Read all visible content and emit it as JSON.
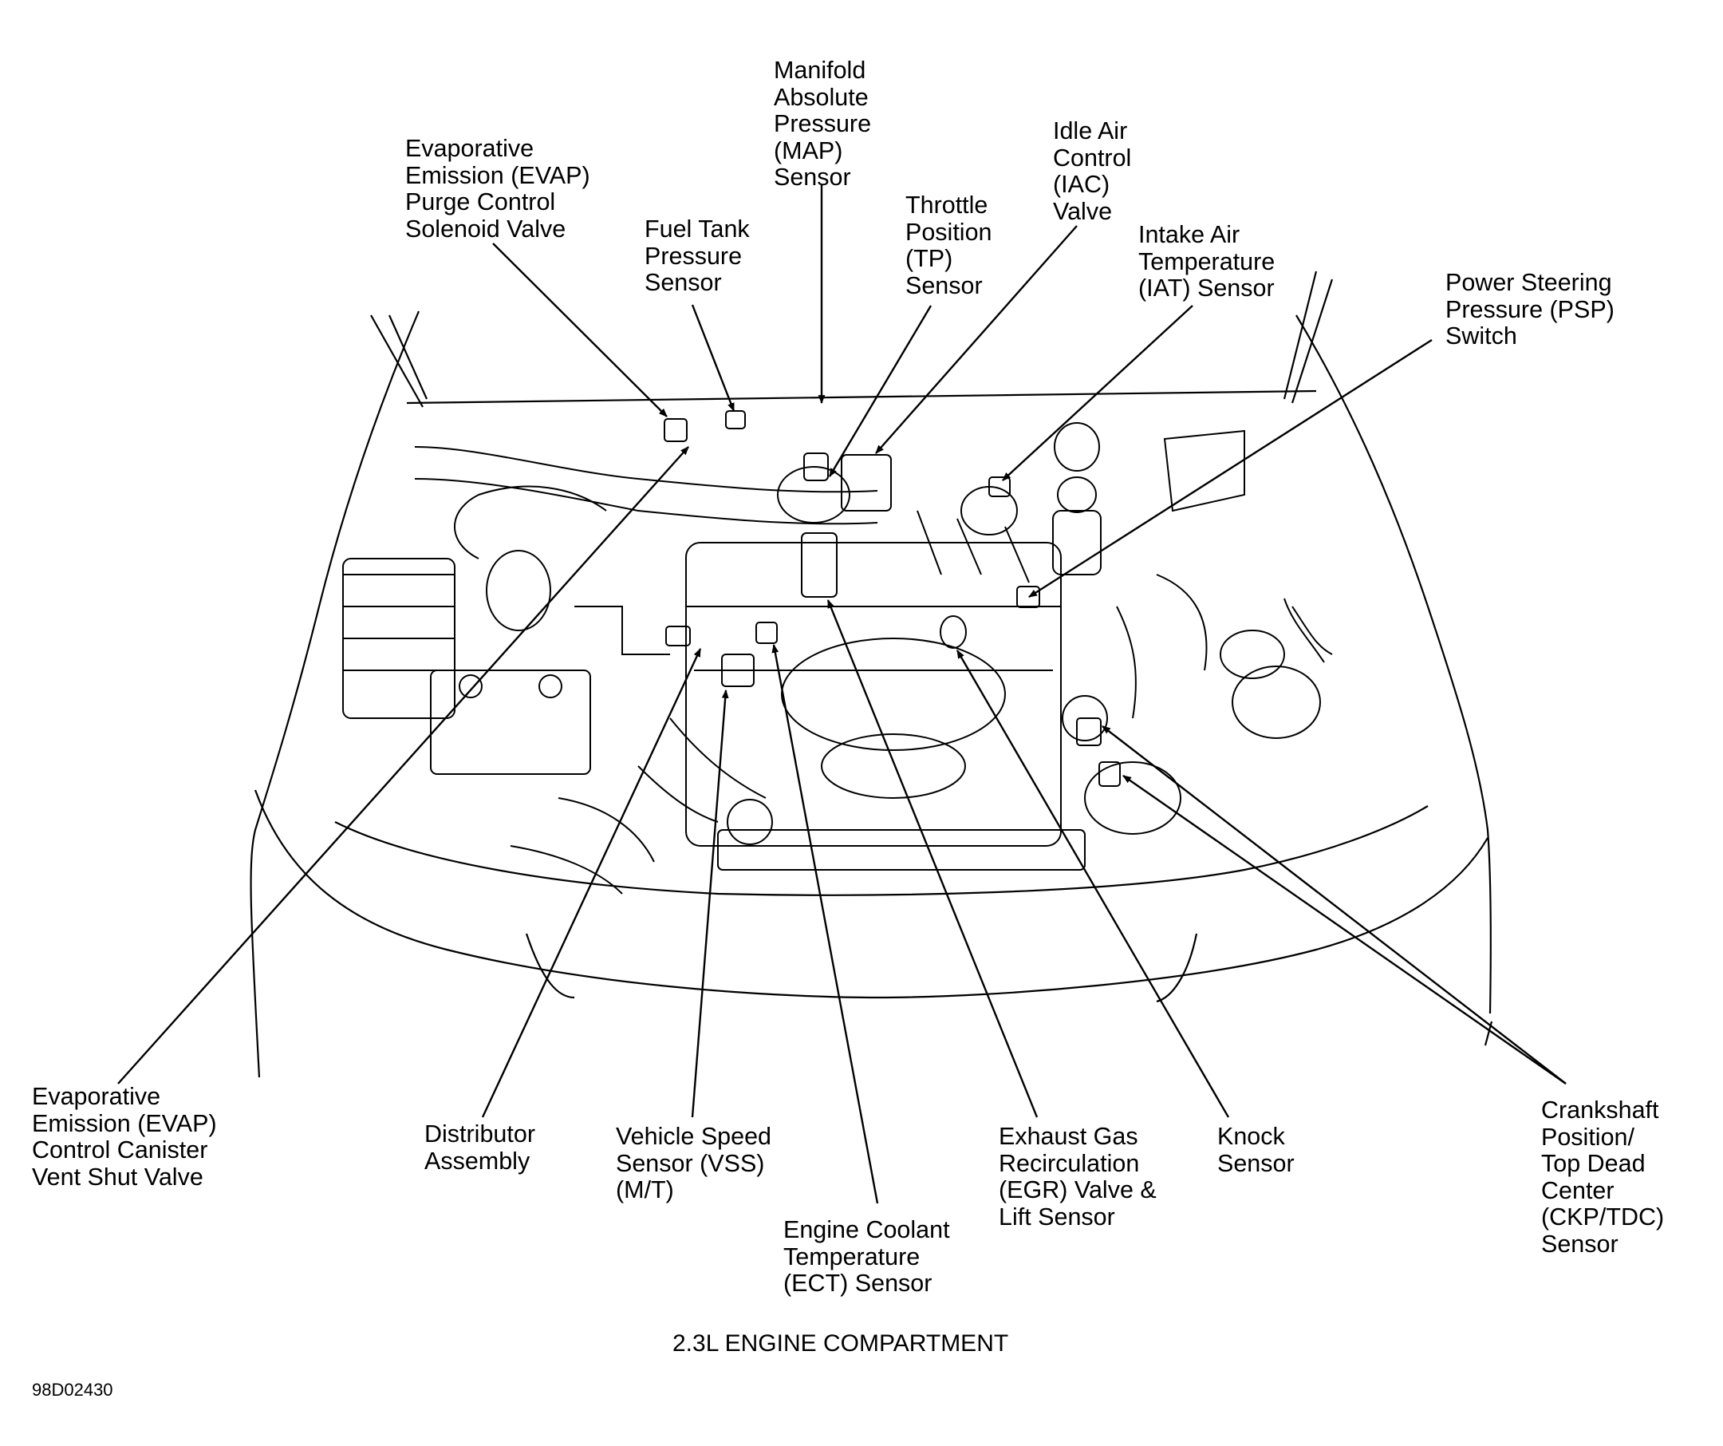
{
  "diagram": {
    "caption": "2.3L ENGINE COMPARTMENT",
    "figure_id": "98D02430",
    "labels": {
      "evap_purge": "Evaporative\nEmission (EVAP)\nPurge Control\nSolenoid Valve",
      "fuel_tank": "Fuel Tank\nPressure\nSensor",
      "map": "Manifold\nAbsolute\nPressure\n(MAP)\nSensor",
      "tp": "Throttle\nPosition\n(TP)\nSensor",
      "iac": "Idle Air\nControl\n(IAC)\nValve",
      "iat": "Intake Air\nTemperature\n(IAT) Sensor",
      "psp": "Power Steering\nPressure (PSP)\nSwitch",
      "evap_vent": "Evaporative\nEmission (EVAP)\nControl Canister\nVent Shut Valve",
      "distributor": "Distributor\nAssembly",
      "vss": "Vehicle Speed\nSensor (VSS)\n(M/T)",
      "ect": "Engine Coolant\nTemperature\n(ECT) Sensor",
      "egr": "Exhaust Gas\nRecirculation\n(EGR) Valve &\nLift Sensor",
      "knock": "Knock\nSensor",
      "ckp": "Crankshaft\nPosition/\nTop Dead\nCenter\n(CKP/TDC)\nSensor"
    }
  }
}
